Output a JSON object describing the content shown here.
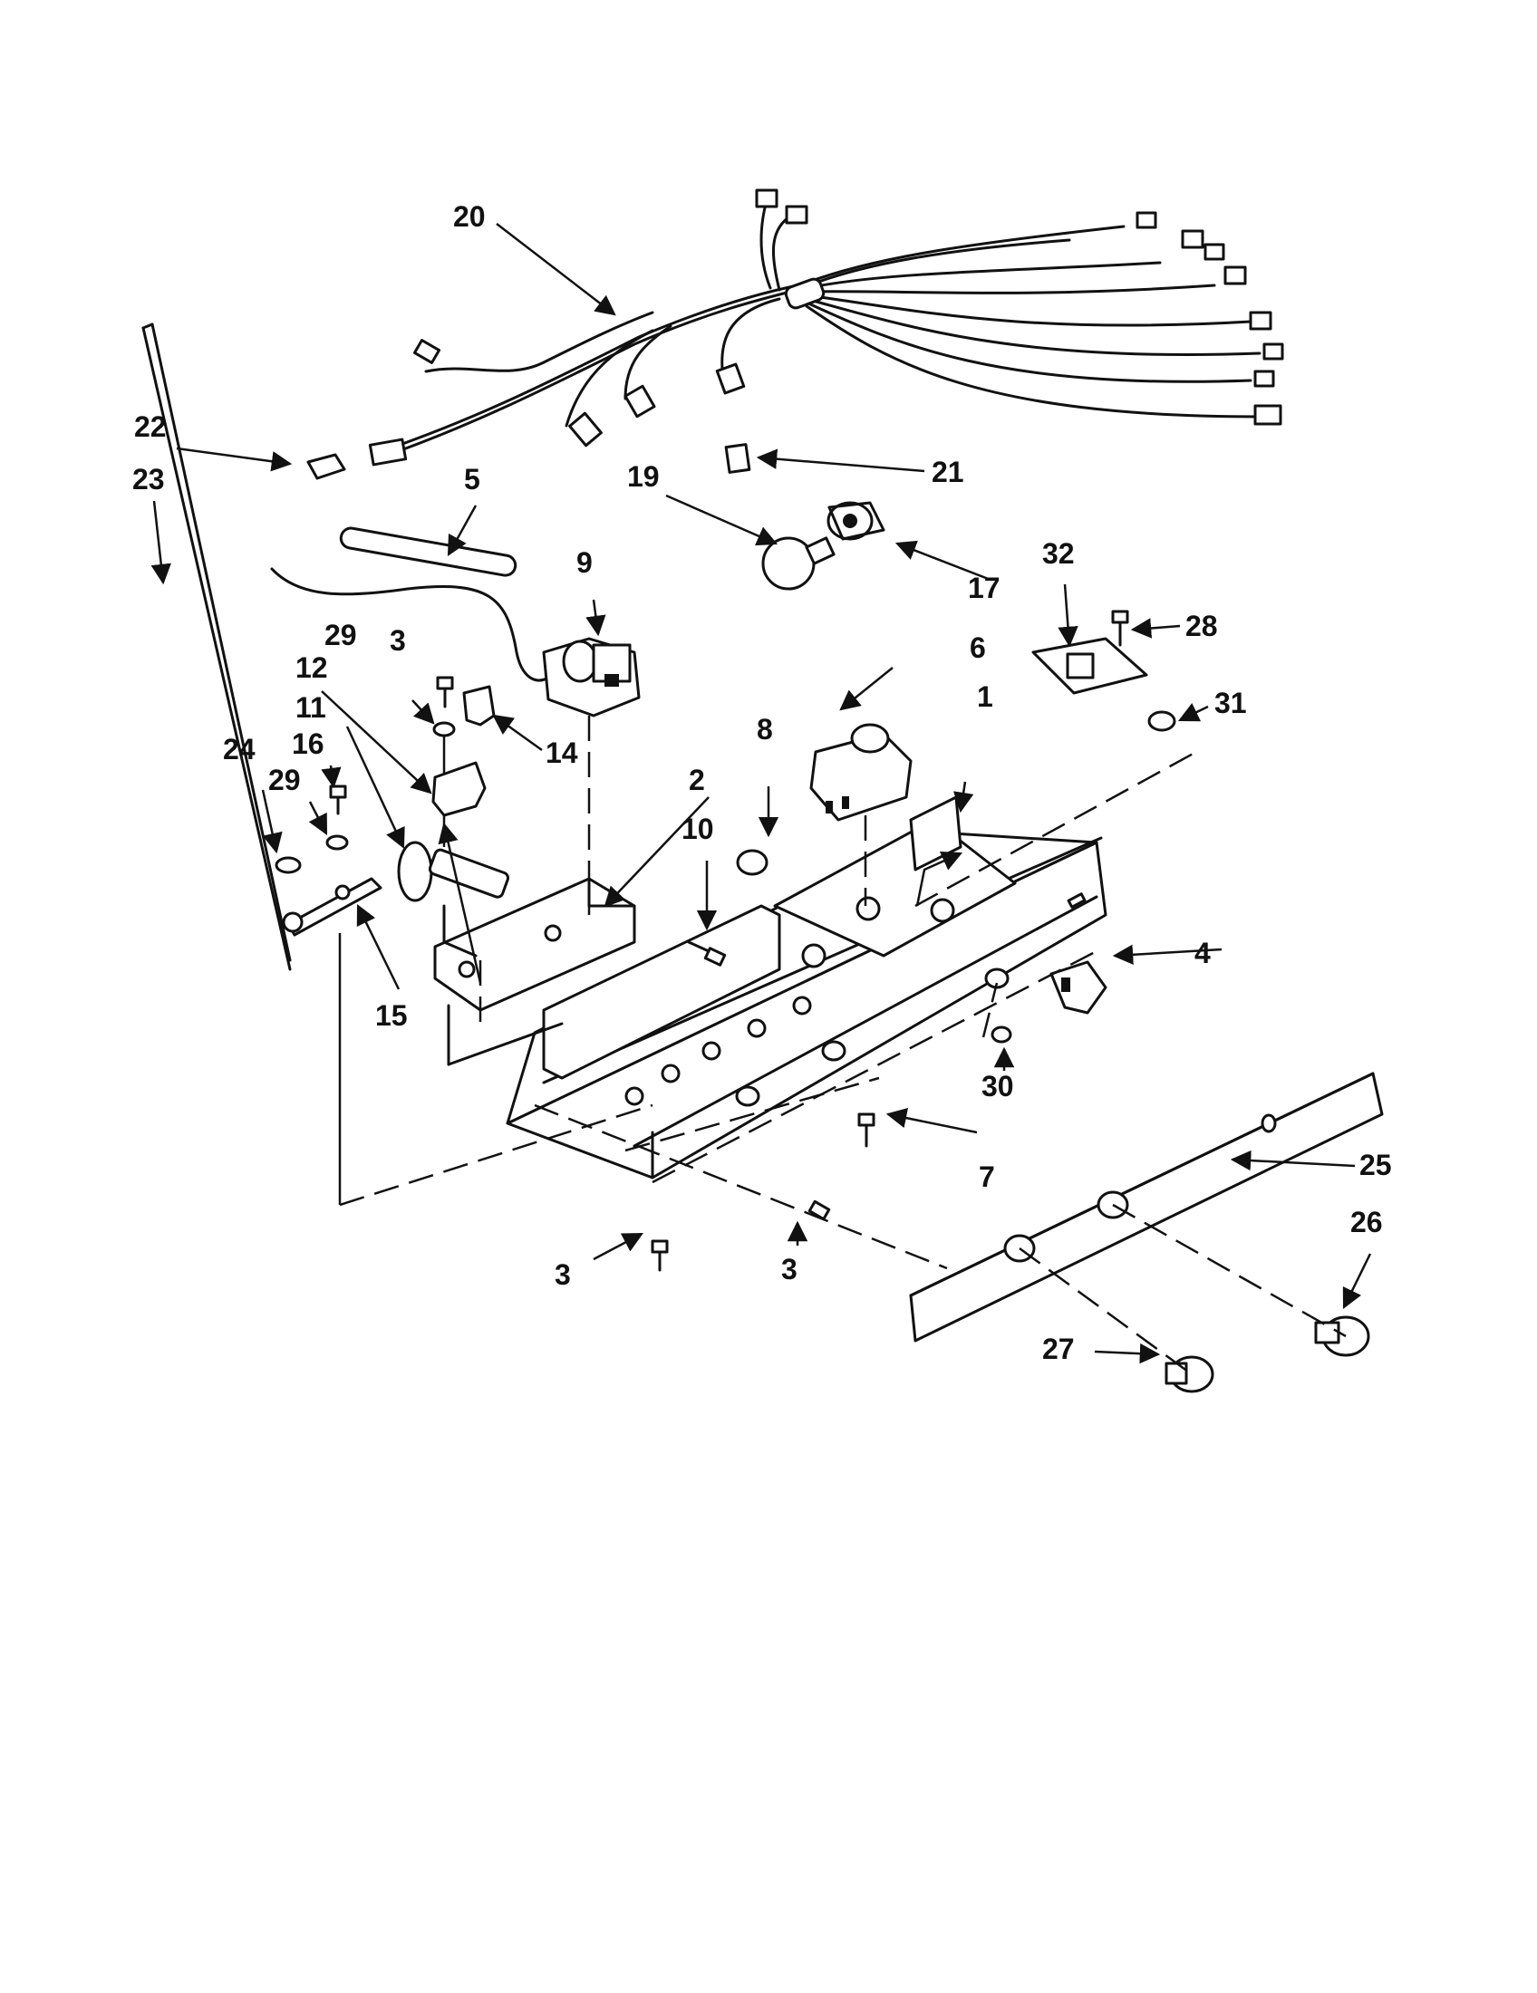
{
  "callouts": {
    "c1": "1",
    "c2": "2",
    "c3a": "3",
    "c3b": "3",
    "c3c": "3",
    "c4": "4",
    "c5": "5",
    "c6": "6",
    "c7": "7",
    "c8": "8",
    "c9": "9",
    "c10": "10",
    "c11": "11",
    "c12": "12",
    "c14": "14",
    "c15": "15",
    "c16": "16",
    "c17": "17",
    "c19": "19",
    "c20": "20",
    "c21": "21",
    "c22": "22",
    "c23": "23",
    "c24": "24",
    "c25": "25",
    "c26": "26",
    "c27": "27",
    "c28": "28",
    "c29a": "29",
    "c29b": "29",
    "c30": "30",
    "c31": "31",
    "c32": "32"
  },
  "colors": {
    "ink": "#111111",
    "paper": "#ffffff"
  }
}
